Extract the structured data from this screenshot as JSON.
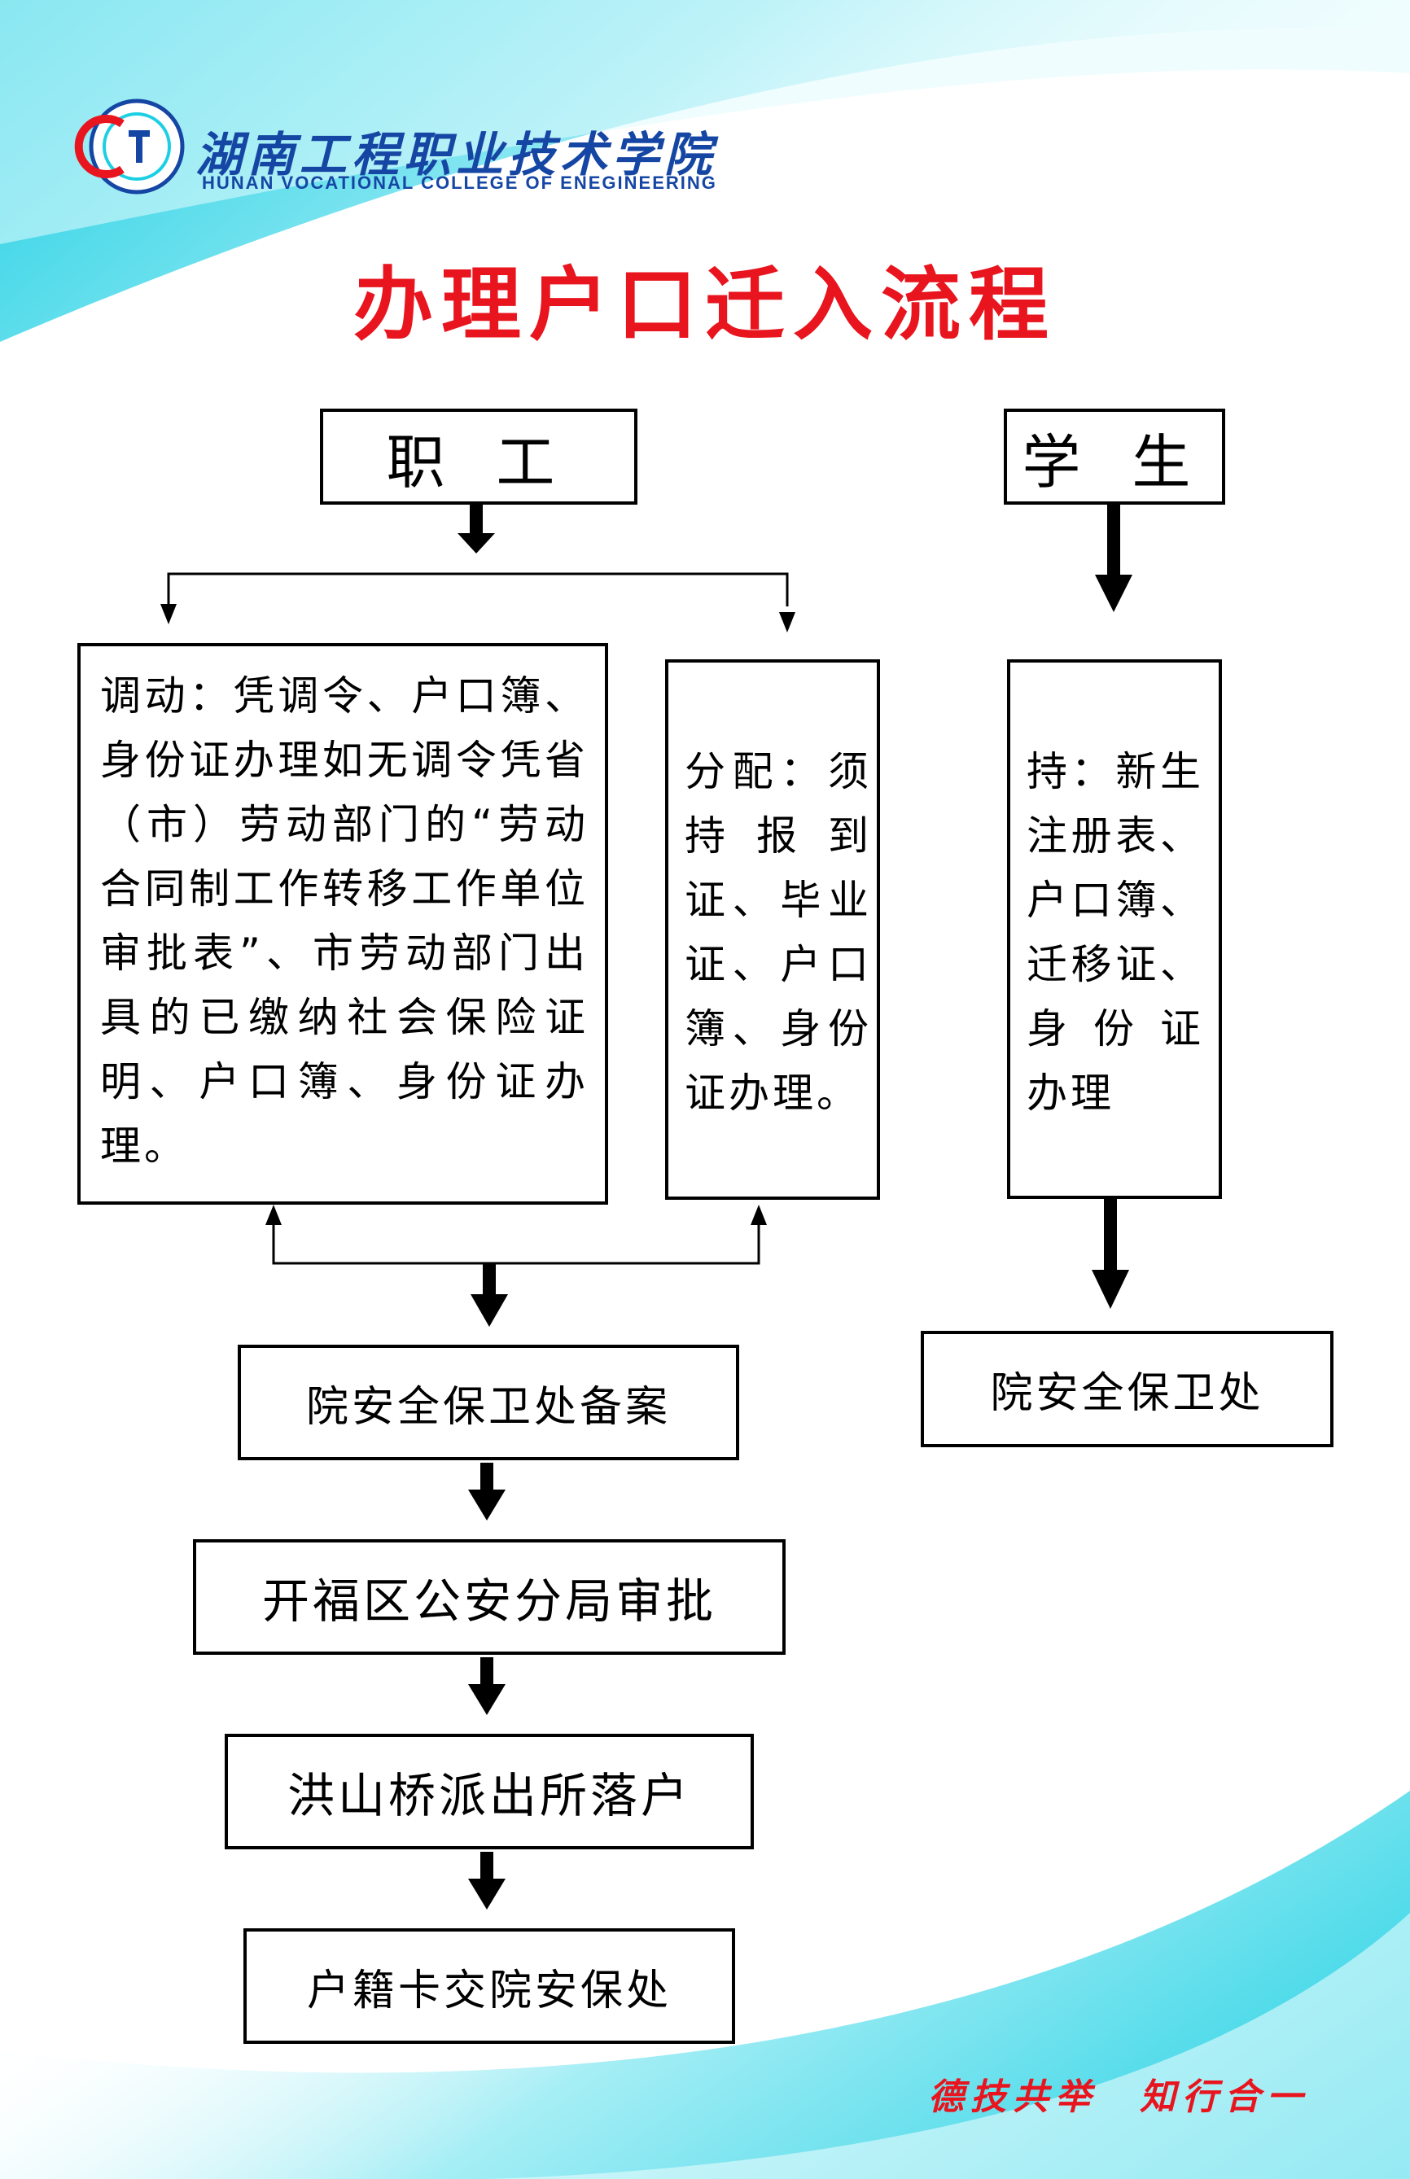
{
  "header": {
    "logo_cn": "湖南工程职业技术学院",
    "logo_en": "HUNAN VOCATIONAL COLLEGE OF ENEGINEERING",
    "title": "办理户口迁入流程"
  },
  "staff": {
    "heading": "职 工",
    "transfer_box": "调动：凭调令、户口簿、身份证办理如无调令凭省（市）劳动部门的“劳动合同制工作转移工作单位审批表”、市劳动部门出具的已缴纳社会保险证明、户口簿、身份证办理。",
    "assign_box": "分配：须持报到证、毕业证、户口簿、身份证办理。",
    "steps": [
      "院安全保卫处备案",
      "开福区公安分局审批",
      "洪山桥派出所落户",
      "户籍卡交院安保处"
    ]
  },
  "student": {
    "heading": "学 生",
    "requirement_box": "持：新生注册表、户口簿、迁移证、身 份 证办理",
    "final_step": "院安全保卫处"
  },
  "footer": {
    "motto": "德技共举　知行合一"
  },
  "colors": {
    "title_red": "#e8141e",
    "logo_blue": "#1646a4",
    "accent_cyan": "#29d6e6",
    "line_black": "#000000"
  }
}
